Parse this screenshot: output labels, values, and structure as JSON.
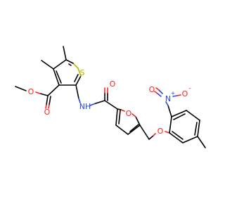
{
  "atoms": {
    "s1": {
      "text": "S",
      "color": "#b8b800"
    },
    "o_furan": {
      "text": "O",
      "color": "#ff2222"
    },
    "o_amide": {
      "text": "O",
      "color": "#ff2222"
    },
    "o_ether": {
      "text": "O",
      "color": "#ff2222"
    },
    "o_ester_carbonyl": {
      "text": "O",
      "color": "#ff2222"
    },
    "o_ester_single": {
      "text": "O",
      "color": "#ff2222"
    },
    "nh": {
      "text": "NH",
      "color": "#2244ee"
    },
    "n_nitro": {
      "text": "N",
      "n_charge": "+",
      "color": "#2244ee"
    },
    "o_nitro": {
      "text": "O",
      "o_charge": "-",
      "color": "#ff2222"
    }
  }
}
